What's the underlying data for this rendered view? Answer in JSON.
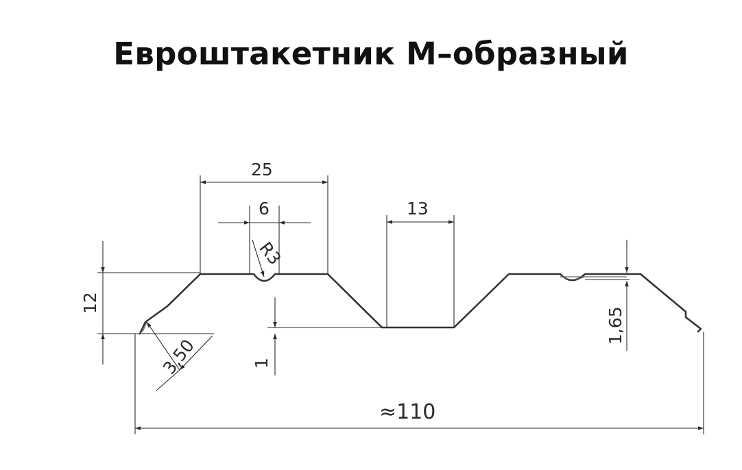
{
  "title": "Евроштакетник М–образный",
  "dimensions": {
    "width_top": "25",
    "groove_width": "6",
    "radius": "R3",
    "channel_width": "13",
    "height": "12",
    "flange": "3,50",
    "offset": "1",
    "edge": "1,65",
    "total": "≈110"
  },
  "colors": {
    "line": "#333333",
    "text": "#111111"
  }
}
